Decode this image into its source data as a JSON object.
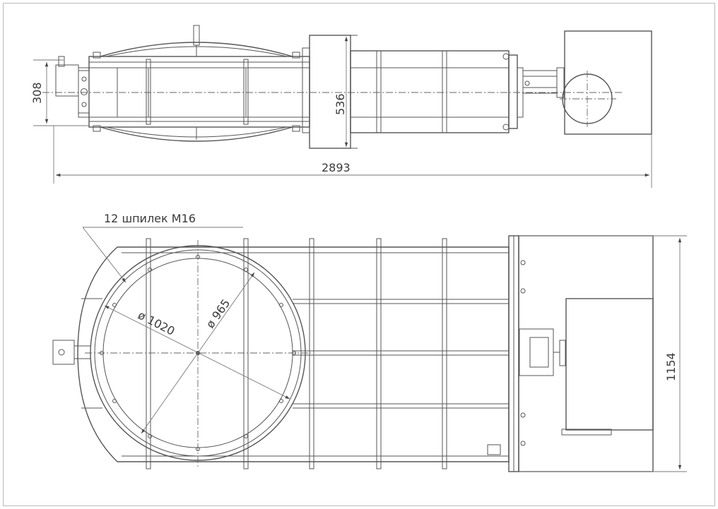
{
  "drawing": {
    "dimensions": {
      "overall_length": "2893",
      "side_height": "308",
      "flange_height": "536",
      "body_height": "1154",
      "outer_diameter": "ø 1020",
      "bolt_circle_diameter": "ø 965"
    },
    "callouts": {
      "studs": "12 шпилек М16"
    }
  }
}
